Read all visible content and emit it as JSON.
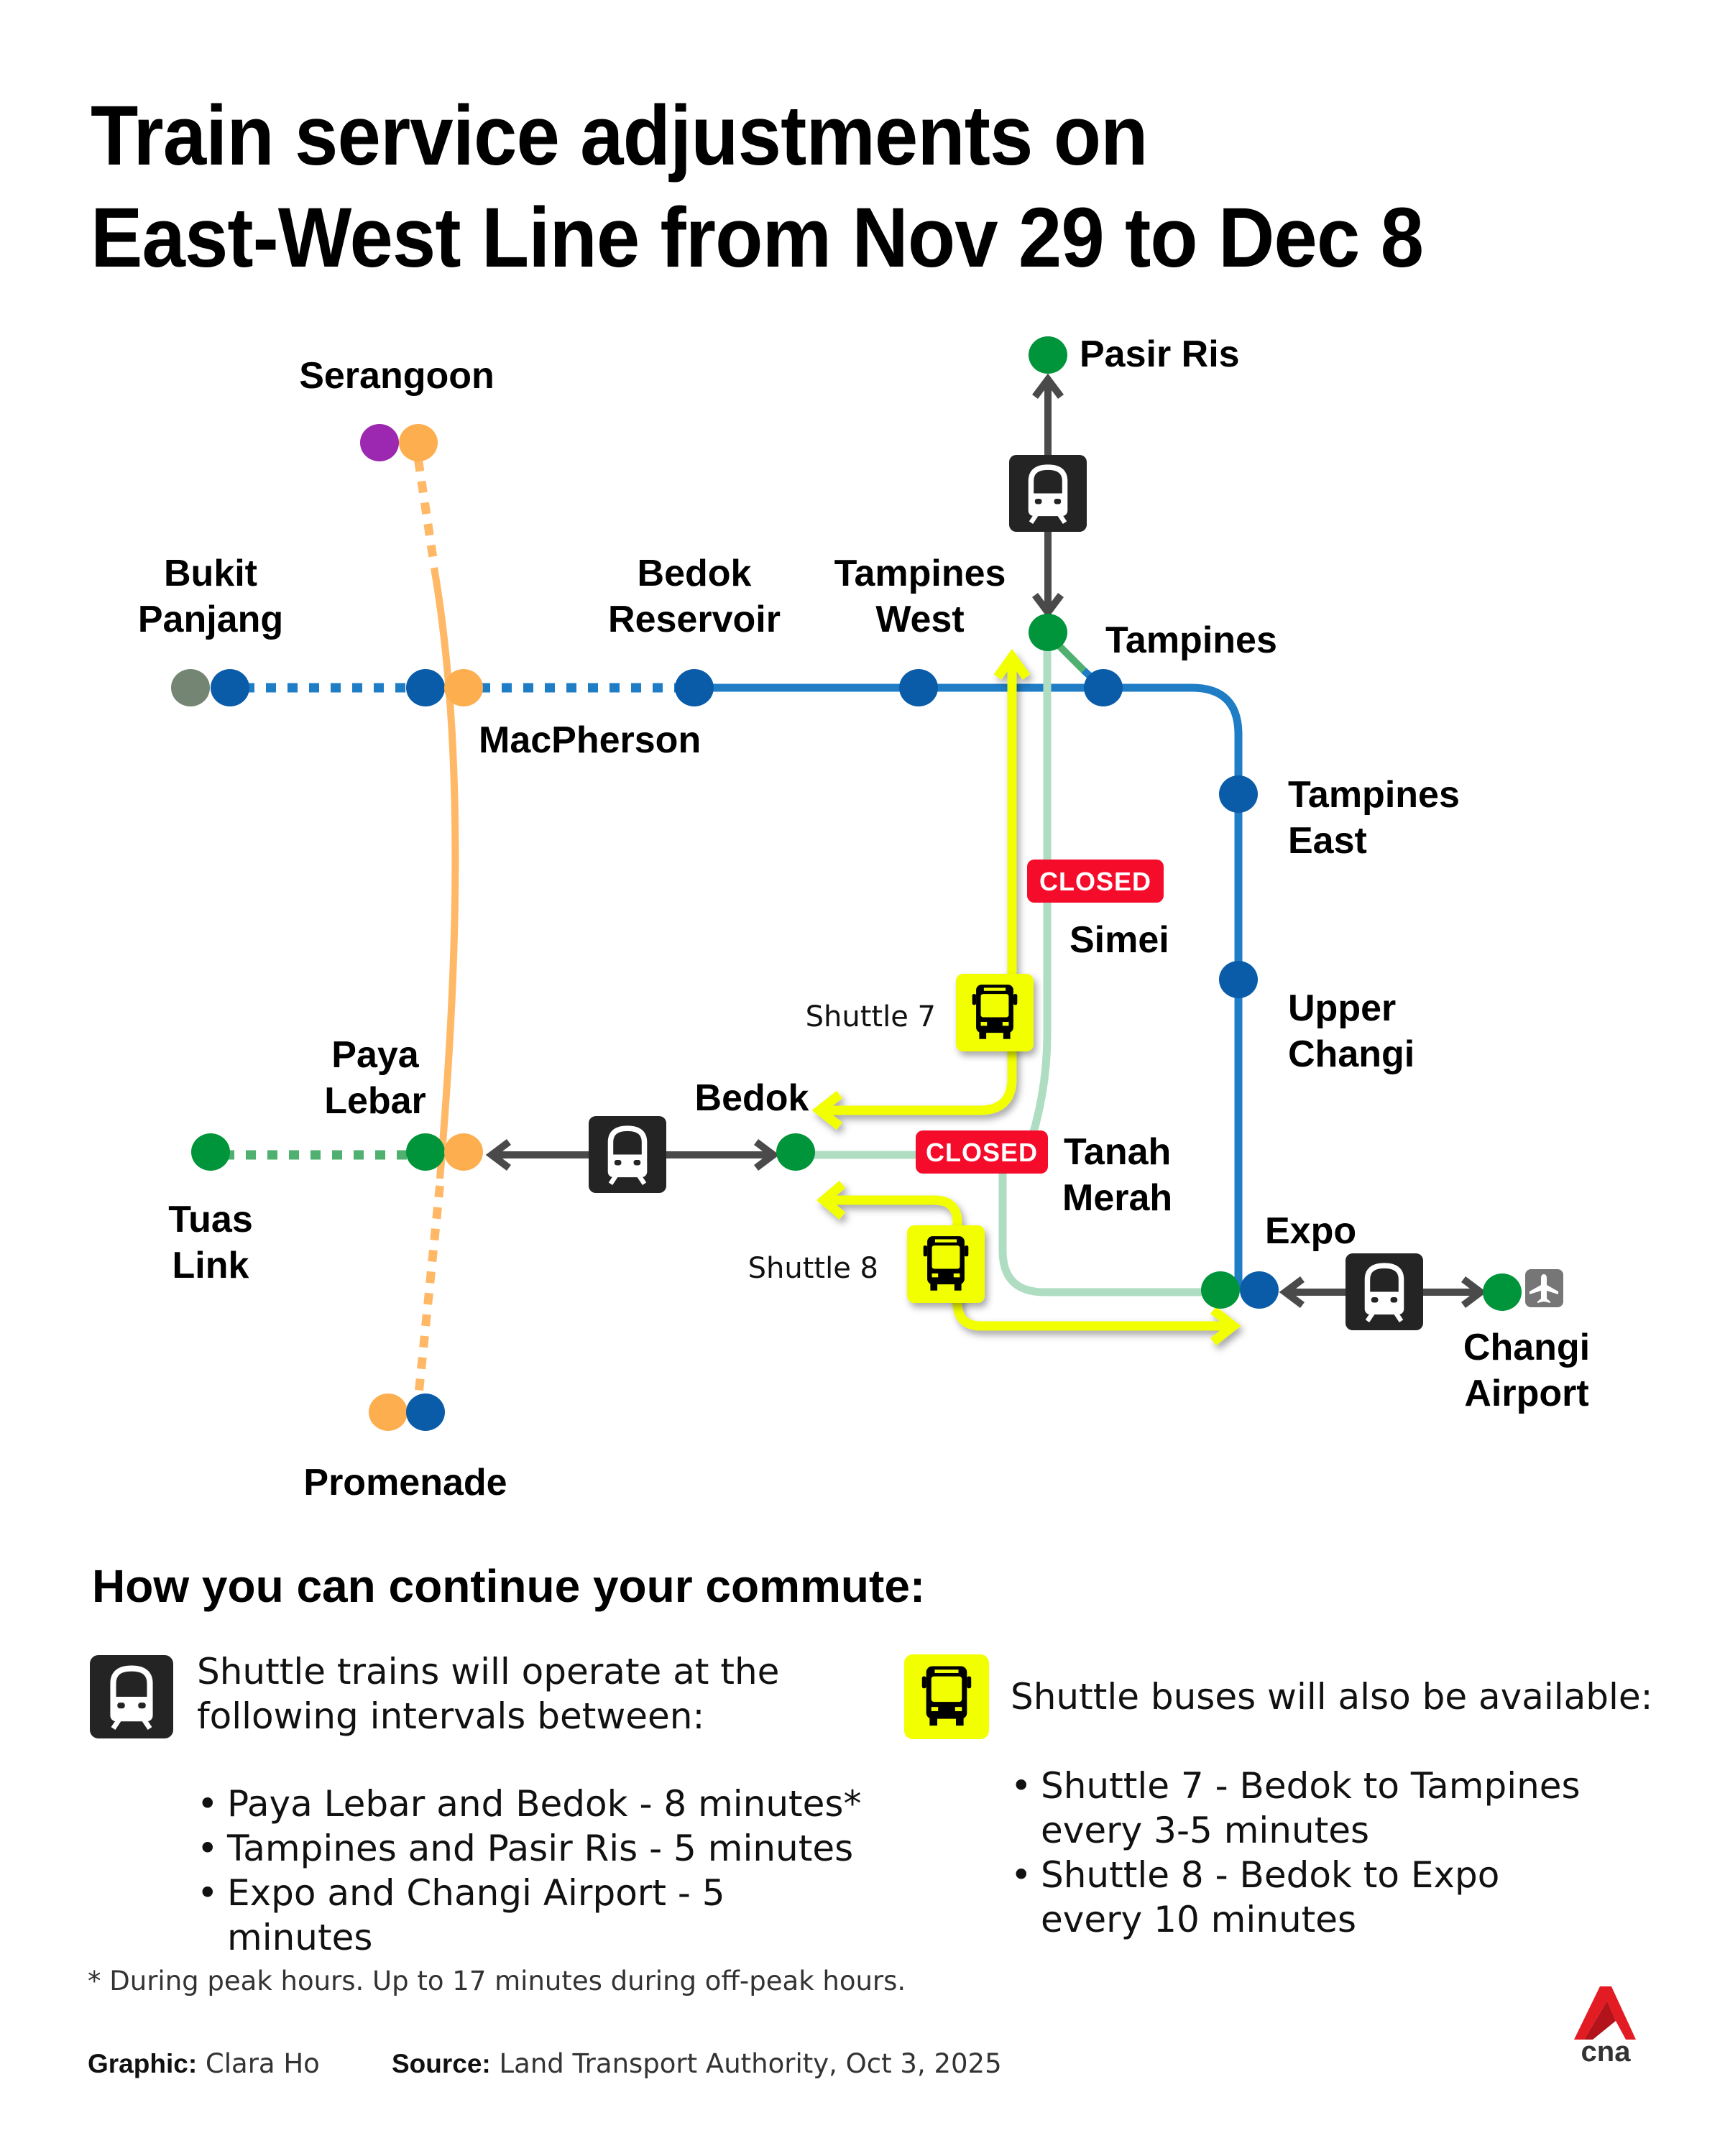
{
  "title": {
    "line1": "Train service adjustments on",
    "line2": "East-West Line from Nov 29 to Dec 8"
  },
  "colors": {
    "ew_line": "#1f7dc6",
    "station_blue": "#0a5ca8",
    "station_green": "#00953a",
    "ew_closed_segment": "#aeddc2",
    "cc_line": "#ffb866",
    "cc_station": "#fdae4f",
    "ne_station": "#9c27b0",
    "bp_station": "#748573",
    "shuttle_train_box": "#242424",
    "shuttle_bus_box": "#f2ff00",
    "closed_badge": "#f50c2b",
    "airport_box": "#767676",
    "connector_arrow": "#4a4a4a"
  },
  "map": {
    "stations": {
      "serangoon": "Serangoon",
      "bukit_panjang_1": "Bukit",
      "bukit_panjang_2": "Panjang",
      "bedok_reservoir_1": "Bedok",
      "bedok_reservoir_2": "Reservoir",
      "tampines_west_1": "Tampines",
      "tampines_west_2": "West",
      "pasir_ris": "Pasir Ris",
      "tampines": "Tampines",
      "macpherson": "MacPherson",
      "tampines_east_1": "Tampines",
      "tampines_east_2": "East",
      "simei": "Simei",
      "upper_changi_1": "Upper",
      "upper_changi_2": "Changi",
      "paya_lebar_1": "Paya",
      "paya_lebar_2": "Lebar",
      "bedok": "Bedok",
      "tanah_merah_1": "Tanah",
      "tanah_merah_2": "Merah",
      "tuas_link_1": "Tuas",
      "tuas_link_2": "Link",
      "expo": "Expo",
      "changi_airport_1": "Changi",
      "changi_airport_2": "Airport",
      "promenade": "Promenade"
    },
    "closed_badge": "CLOSED",
    "shuttle_7_label": "Shuttle 7",
    "shuttle_8_label": "Shuttle 8"
  },
  "commute": {
    "heading": "How you can continue your commute:",
    "trains": {
      "intro": "Shuttle trains will operate at the following intervals between:",
      "items": [
        "Paya Lebar and Bedok - 8 minutes*",
        "Tampines and Pasir Ris - 5 minutes",
        "Expo and Changi Airport - 5 minutes"
      ]
    },
    "buses": {
      "intro": "Shuttle buses will also be available:",
      "items": [
        "Shuttle 7 - Bedok to Tampines every 3-5 minutes",
        "Shuttle 8 - Bedok to Expo every 10 minutes"
      ]
    }
  },
  "footnote": "*  During peak hours. Up to 17 minutes during off-peak hours.",
  "credits": {
    "graphic_label": "Graphic:",
    "graphic_value": "Clara Ho",
    "source_label": "Source:",
    "source_value": "Land Transport Authority, Oct 3, 2025"
  },
  "logo_text": "cna"
}
